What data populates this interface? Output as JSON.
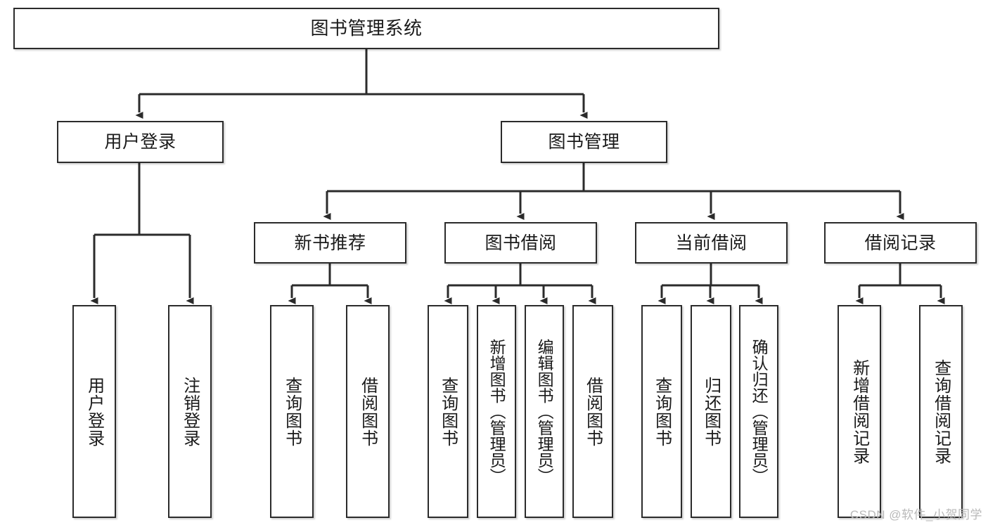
{
  "diagram": {
    "title": "图书管理系统",
    "type": "tree",
    "orientation": "top-down",
    "colors": {
      "box_border": "#2b2b2b",
      "box_fill": "#ffffff",
      "connector": "#2b2b2b",
      "text": "#1a1a1a",
      "watermark": "#b9b9b9",
      "background": "#ffffff"
    },
    "nodes": {
      "root": {
        "label": "图书管理系统"
      },
      "level2": [
        {
          "id": "user-login",
          "label": "用户登录"
        },
        {
          "id": "book-management",
          "label": "图书管理"
        }
      ],
      "level3": [
        {
          "id": "new-book-recommend",
          "label": "新书推荐"
        },
        {
          "id": "book-borrow",
          "label": "图书借阅"
        },
        {
          "id": "current-borrow",
          "label": "当前借阅"
        },
        {
          "id": "borrow-record",
          "label": "借阅记录"
        }
      ],
      "leaves": {
        "user-login": [
          {
            "id": "leaf-user-login",
            "label": "用户登录"
          },
          {
            "id": "leaf-user-logout",
            "label": "注销登录"
          }
        ],
        "new-book-recommend": [
          {
            "id": "leaf-query-books-1",
            "label": "查询图书"
          },
          {
            "id": "leaf-borrow-books-1",
            "label": "借阅图书"
          }
        ],
        "book-borrow": [
          {
            "id": "leaf-query-books-2",
            "label": "查询图书"
          },
          {
            "id": "leaf-add-book-admin",
            "label": "新增图书（管理员）"
          },
          {
            "id": "leaf-edit-book-admin",
            "label": "编辑图书（管理员）"
          },
          {
            "id": "leaf-borrow-books-2",
            "label": "借阅图书"
          }
        ],
        "current-borrow": [
          {
            "id": "leaf-query-books-3",
            "label": "查询图书"
          },
          {
            "id": "leaf-return-books",
            "label": "归还图书"
          },
          {
            "id": "leaf-confirm-return-admin",
            "label": "确认归还（管理员）"
          }
        ],
        "borrow-record": [
          {
            "id": "leaf-add-borrow-record",
            "label": "新增借阅记录"
          },
          {
            "id": "leaf-query-borrow-record",
            "label": "查询借阅记录"
          }
        ]
      }
    }
  },
  "watermark": {
    "text": "CSDN @软件_小贺同学"
  }
}
